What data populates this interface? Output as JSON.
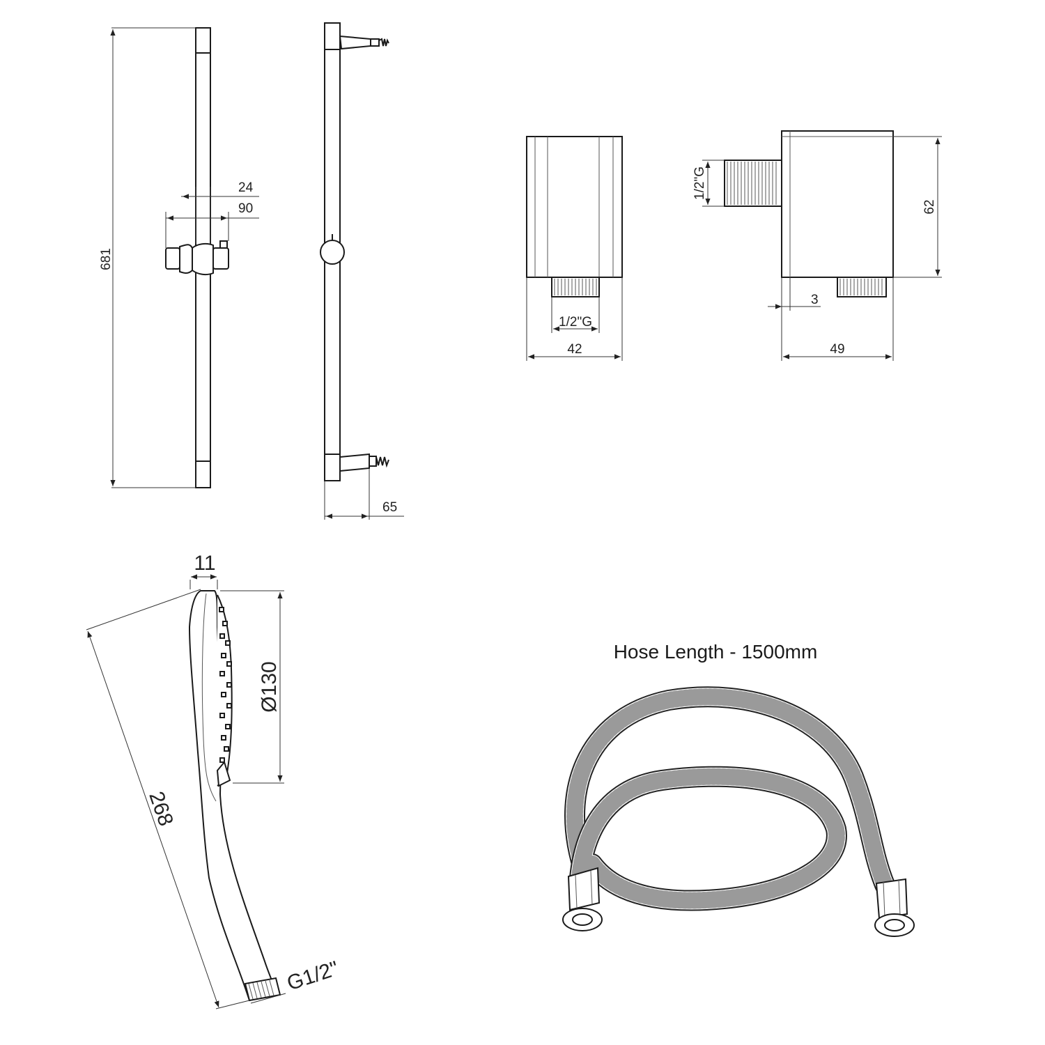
{
  "riser_rail": {
    "length": "681",
    "bracket_width": "24",
    "slider_width": "90",
    "projection": "65"
  },
  "wall_outlet": {
    "front_thread": "1/2\"G",
    "front_width": "42",
    "side_thread": "1/2\"G",
    "side_height": "62",
    "side_offset": "3",
    "side_depth": "49"
  },
  "hand_shower": {
    "thickness": "11",
    "diameter": "Ø130",
    "length": "268",
    "thread": "G1/2\""
  },
  "hose": {
    "title": "Hose Length - 1500mm"
  },
  "colors": {
    "line": "#1a1a1a",
    "hose_chrome": "#9a9a9a"
  }
}
